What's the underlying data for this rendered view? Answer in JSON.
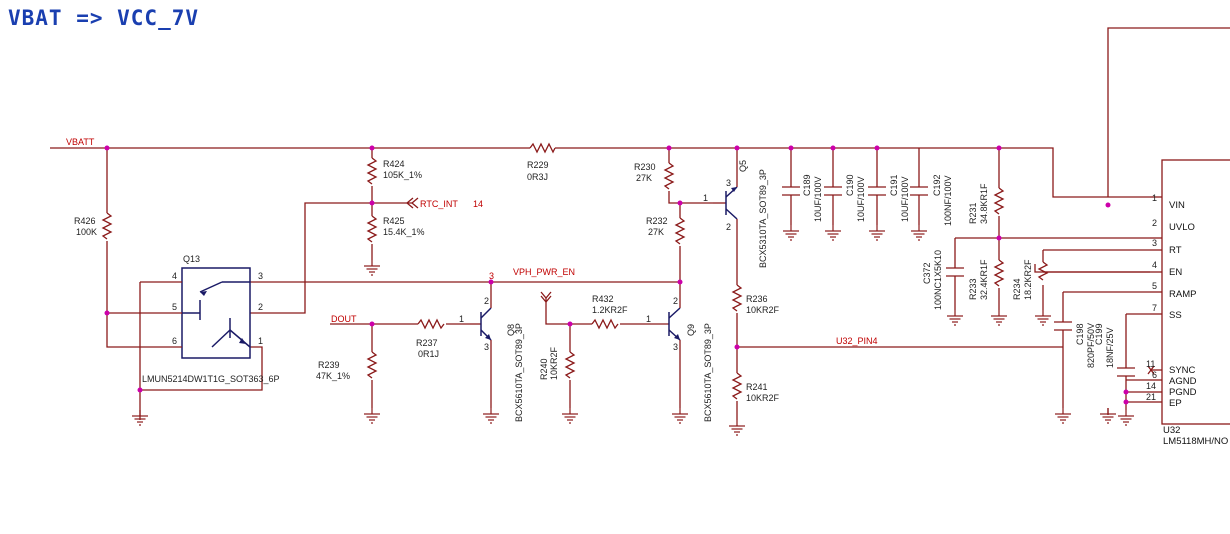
{
  "title": "VBAT => VCC_7V",
  "nets": {
    "vbatt": "VBATT",
    "rtc_int": "RTC_INT",
    "rtc_int_page": "14",
    "vph_pwr_en": "VPH_PWR_EN",
    "vph_node": "3",
    "dout": "DOUT",
    "u32_pin4": "U32_PIN4"
  },
  "resistors": {
    "r426": {
      "ref": "R426",
      "value": "100K"
    },
    "r424": {
      "ref": "R424",
      "value": "105K_1%"
    },
    "r425": {
      "ref": "R425",
      "value": "15.4K_1%"
    },
    "r229": {
      "ref": "R229",
      "value": "0R3J"
    },
    "r230": {
      "ref": "R230",
      "value": "27K"
    },
    "r232": {
      "ref": "R232",
      "value": "27K"
    },
    "r237": {
      "ref": "R237",
      "value": "0R1J"
    },
    "r239": {
      "ref": "R239",
      "value": "47K_1%"
    },
    "r432": {
      "ref": "R432",
      "value": "1.2KR2F"
    },
    "r240": {
      "ref": "R240",
      "value": "10KR2F"
    },
    "r236": {
      "ref": "R236",
      "value": "10KR2F"
    },
    "r241": {
      "ref": "R241",
      "value": "10KR2F"
    },
    "r231": {
      "ref": "R231",
      "value": "34.8KR1F"
    },
    "r233": {
      "ref": "R233",
      "value": "32.4KR1F"
    },
    "r234": {
      "ref": "R234",
      "value": "18.2KR2F"
    }
  },
  "capacitors": {
    "c189": {
      "ref": "C189",
      "value": "10UF/100V"
    },
    "c190": {
      "ref": "C190",
      "value": "10UF/100V"
    },
    "c191": {
      "ref": "C191",
      "value": "10UF/100V"
    },
    "c192": {
      "ref": "C192",
      "value": "100NF/100V"
    },
    "c372": {
      "ref": "C372",
      "value": "100NC1X5K10"
    },
    "c198": {
      "ref": "C198",
      "value": "820PF/50V"
    },
    "c199": {
      "ref": "C199",
      "value": "18NF/25V"
    }
  },
  "transistors": {
    "q13": {
      "ref": "Q13",
      "part": "LMUN5214DW1T1G_SOT363_6P",
      "pins": [
        "4",
        "5",
        "6",
        "3",
        "2",
        "1"
      ]
    },
    "q8": {
      "ref": "Q8",
      "part": "BCX5610TA_SOT89_3P",
      "pins": [
        "1",
        "2",
        "3"
      ]
    },
    "q9": {
      "ref": "Q9",
      "part": "BCX5610TA_SOT89_3P",
      "pins": [
        "1",
        "2",
        "3"
      ]
    },
    "q5": {
      "ref": "Q5",
      "part": "BCX5310TA_SOT89_3P",
      "pins": [
        "1",
        "2",
        "3"
      ]
    }
  },
  "ic": {
    "ref": "U32",
    "part": "LM5118MH/NO",
    "pins": [
      {
        "num": "1",
        "name": "VIN"
      },
      {
        "num": "2",
        "name": "UVLO"
      },
      {
        "num": "3",
        "name": "RT"
      },
      {
        "num": "4",
        "name": "EN"
      },
      {
        "num": "5",
        "name": "RAMP"
      },
      {
        "num": "7",
        "name": "SS"
      },
      {
        "num": "11",
        "name": "SYNC"
      },
      {
        "num": "6",
        "name": "AGND"
      },
      {
        "num": "14",
        "name": "PGND"
      },
      {
        "num": "21",
        "name": "EP"
      }
    ]
  }
}
